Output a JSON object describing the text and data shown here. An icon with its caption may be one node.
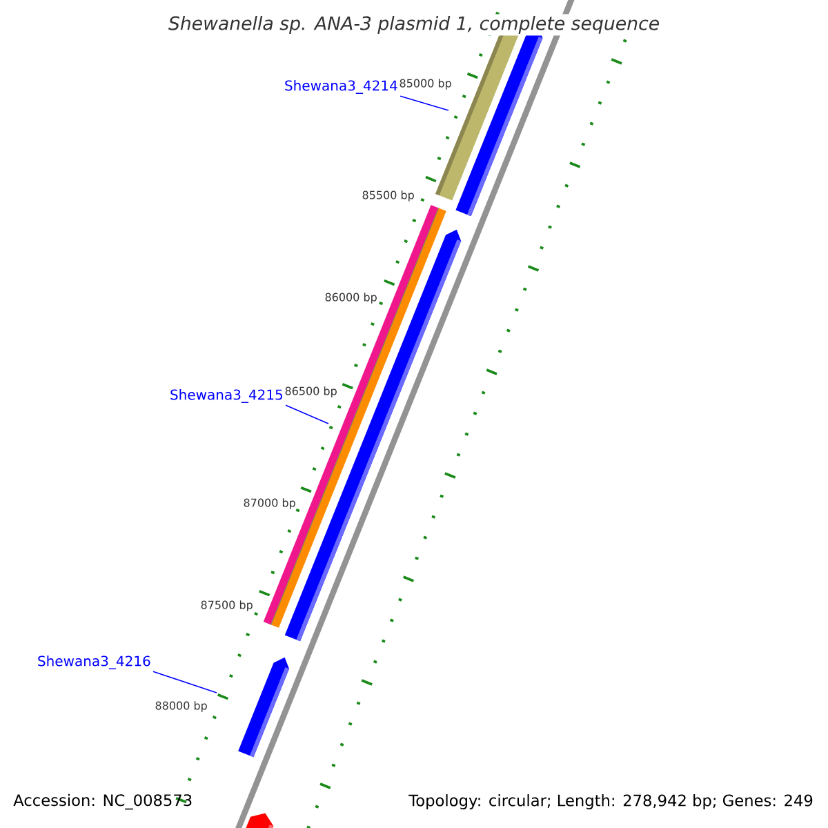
{
  "diagram": {
    "title": "Shewanella sp. ANA-3 plasmid 1, complete sequence",
    "nodes": [
      {
        "text": [
          "Shewana3_4214"
        ]
      },
      {
        "text": [
          "Shewana3_4215"
        ]
      },
      {
        "text": [
          "Shewana3_4216"
        ]
      }
    ],
    "edges": [
      {
        "from": 0,
        "to": null,
        "arrow": "none"
      },
      {
        "from": 1,
        "to": null,
        "arrow": "none"
      },
      {
        "from": 2,
        "to": null,
        "arrow": "none"
      }
    ],
    "labels": [
      "85000 bp",
      "85500 bp",
      "86000 bp",
      "86500 bp",
      "87000 bp",
      "87500 bp",
      "88000 bp",
      "Accession: NC_008573",
      "Topology: circular; Length: 278,942 bp; Genes: 249"
    ]
  }
}
